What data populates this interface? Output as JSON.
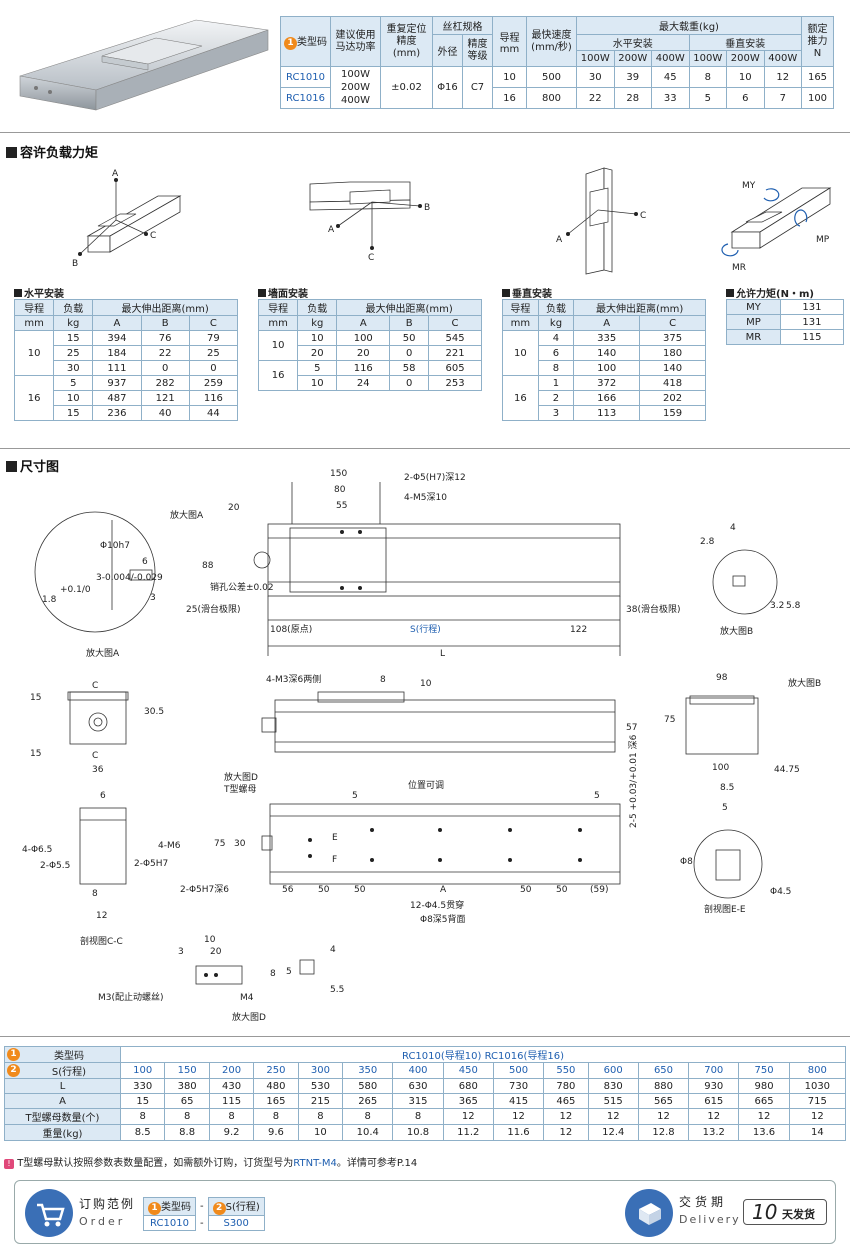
{
  "spec_table": {
    "header": {
      "type_code": "类型码",
      "motor": "建议使用马达功率",
      "repeat": "重复定位精度",
      "repeat_unit": "(mm)",
      "screw": "丝杠规格",
      "outer": "外径",
      "grade": "精度等级",
      "lead": "导程",
      "lead_unit": "mm",
      "speed": "最快速度",
      "speed_unit": "(mm/秒)",
      "max_load": "最大载重(kg)",
      "horizontal": "水平安装",
      "vertical": "垂直安装",
      "thrust": "额定推力",
      "thrust_unit": "N",
      "w100": "100W",
      "w200": "200W",
      "w400": "400W"
    },
    "motor_values": [
      "100W",
      "200W",
      "400W"
    ],
    "repeat_value": "±0.02",
    "outer_value": "Φ16",
    "grade_value": "C7",
    "rows": [
      {
        "code": "RC1010",
        "lead": "10",
        "speed": "500",
        "h": [
          "30",
          "39",
          "45"
        ],
        "v": [
          "8",
          "10",
          "12"
        ],
        "thrust": "165"
      },
      {
        "code": "RC1016",
        "lead": "16",
        "speed": "800",
        "h": [
          "22",
          "28",
          "33"
        ],
        "v": [
          "5",
          "6",
          "7"
        ],
        "thrust": "100"
      }
    ]
  },
  "moment_section": {
    "title": "容许负载力矩",
    "letters": {
      "a": "A",
      "b": "B",
      "c": "C",
      "my": "MY",
      "mp": "MP",
      "mr": "MR"
    },
    "horizontal": {
      "title": "水平安装",
      "headers": [
        "导程",
        "负载",
        "最大伸出距离(mm)"
      ],
      "units": [
        "mm",
        "kg"
      ],
      "cols": [
        "A",
        "B",
        "C"
      ],
      "groups": [
        {
          "lead": "10",
          "rows": [
            [
              "15",
              "394",
              "76",
              "79"
            ],
            [
              "25",
              "184",
              "22",
              "25"
            ],
            [
              "30",
              "111",
              "0",
              "0"
            ]
          ]
        },
        {
          "lead": "16",
          "rows": [
            [
              "5",
              "937",
              "282",
              "259"
            ],
            [
              "10",
              "487",
              "121",
              "116"
            ],
            [
              "15",
              "236",
              "40",
              "44"
            ]
          ]
        }
      ]
    },
    "wall": {
      "title": "墙面安装",
      "headers": [
        "导程",
        "负载",
        "最大伸出距离(mm)"
      ],
      "units": [
        "mm",
        "kg"
      ],
      "cols": [
        "A",
        "B",
        "C"
      ],
      "groups": [
        {
          "lead": "10",
          "rows": [
            [
              "10",
              "100",
              "50",
              "545"
            ],
            [
              "20",
              "20",
              "0",
              "221"
            ]
          ]
        },
        {
          "lead": "16",
          "rows": [
            [
              "5",
              "116",
              "58",
              "605"
            ],
            [
              "10",
              "24",
              "0",
              "253"
            ]
          ]
        }
      ]
    },
    "vertical": {
      "title": "垂直安装",
      "headers": [
        "导程",
        "负载",
        "最大伸出距离(mm)"
      ],
      "units": [
        "mm",
        "kg"
      ],
      "cols": [
        "A",
        "C"
      ],
      "groups": [
        {
          "lead": "10",
          "rows": [
            [
              "4",
              "335",
              "375"
            ],
            [
              "6",
              "140",
              "180"
            ],
            [
              "8",
              "100",
              "140"
            ]
          ]
        },
        {
          "lead": "16",
          "rows": [
            [
              "1",
              "372",
              "418"
            ],
            [
              "2",
              "166",
              "202"
            ],
            [
              "3",
              "113",
              "159"
            ]
          ]
        }
      ]
    },
    "allow": {
      "title": "允许力矩(N・m)",
      "rows": [
        [
          "MY",
          "131"
        ],
        [
          "MP",
          "131"
        ],
        [
          "MR",
          "115"
        ]
      ]
    }
  },
  "dimension_section": {
    "title": "尺寸图",
    "labels": {
      "d150": "150",
      "d80": "80",
      "d55": "55",
      "d20": "20",
      "d88": "88",
      "hole1": "2-Φ5(H7)深12",
      "hole2": "4-M5深10",
      "enlargeA": "放大图A",
      "enlargeB": "放大图B",
      "enlargeD": "放大图D",
      "slideLimitL": "25(滑台极限)",
      "slideLimitR": "38(滑台极限)",
      "origin": "108(原点)",
      "stroke": "S(行程)",
      "d122": "122",
      "L": "L",
      "d28": "2.8",
      "d4": "4",
      "d32": "3.2",
      "d58": "5.8",
      "phi10": "Φ10h7",
      "tol": "3-0.004/-0.029",
      "d6": "6",
      "d3": "3",
      "d18": "1.8",
      "tol2": "+0.1/0",
      "leadTol": "销孔公差±0.02",
      "m3": "4-M3深6两侧",
      "d8": "8",
      "d10": "10",
      "d57": "57",
      "d98": "98",
      "d75": "75",
      "d100": "100",
      "d4475": "44.75",
      "d15a": "15",
      "d305": "30.5",
      "d15b": "15",
      "d36": "36",
      "c": "C",
      "tnut": "T型螺母",
      "adjust": "位置可调",
      "d5a": "5",
      "d5b": "5",
      "d30": "30",
      "d75b": "75",
      "e": "E",
      "f": "F",
      "pin": "2-Φ5H7深6",
      "d56": "56",
      "d50a": "50",
      "d50b": "50",
      "A": "A",
      "d50c": "50",
      "d50d": "50",
      "d59": "(59)",
      "hole3": "12-Φ4.5贯穿",
      "hole4": "Φ8深5背面",
      "pinR": "2-5 +0.03/+0.01 深6",
      "d6b": "6",
      "phi65": "4-Φ6.5",
      "phi55": "2-Φ5.5",
      "phi5h7": "2-Φ5H7",
      "m6": "4-M6",
      "d8b": "8",
      "d12": "12",
      "secCC": "剖视图C-C",
      "d85": "8.5",
      "d5c": "5",
      "phi8": "Φ8",
      "phi45": "Φ4.5",
      "secEE": "剖视图E-E",
      "dd3": "3",
      "dd10": "10",
      "dd20": "20",
      "dd4": "4",
      "dd8": "8",
      "dd5": "5",
      "dd55": "5.5",
      "m3stop": "M3(配止动螺丝)",
      "m4": "M4"
    }
  },
  "size_table": {
    "type_label": "类型码",
    "type_value": "RC1010(导程10)   RC1016(导程16)",
    "s_label": "S(行程)",
    "l_label": "L",
    "a_label": "A",
    "t_label": "T型螺母数量(个)",
    "w_label": "重量(kg)",
    "S": [
      "100",
      "150",
      "200",
      "250",
      "300",
      "350",
      "400",
      "450",
      "500",
      "550",
      "600",
      "650",
      "700",
      "750",
      "800"
    ],
    "L": [
      "330",
      "380",
      "430",
      "480",
      "530",
      "580",
      "630",
      "680",
      "730",
      "780",
      "830",
      "880",
      "930",
      "980",
      "1030"
    ],
    "A": [
      "15",
      "65",
      "115",
      "165",
      "215",
      "265",
      "315",
      "365",
      "415",
      "465",
      "515",
      "565",
      "615",
      "665",
      "715"
    ],
    "T": [
      "8",
      "8",
      "8",
      "8",
      "8",
      "8",
      "8",
      "12",
      "12",
      "12",
      "12",
      "12",
      "12",
      "12",
      "12"
    ],
    "W": [
      "8.5",
      "8.8",
      "9.2",
      "9.6",
      "10",
      "10.4",
      "10.8",
      "11.2",
      "11.6",
      "12",
      "12.4",
      "12.8",
      "13.2",
      "13.6",
      "14"
    ]
  },
  "note": {
    "prefix": "T型螺母默认按照参数表数量配置，如需额外订购，订货型号为",
    "code": "RTNT-M4",
    "suffix": "。详情可参考P.14"
  },
  "footer": {
    "order_cn": "订购范例",
    "order_en": "Order",
    "col1": "类型码",
    "col2": "S(行程)",
    "val1": "RC1010",
    "val2": "S300",
    "dash": "-",
    "delivery_cn": "交货期",
    "delivery_en": "Delivery",
    "days": "10",
    "days_unit": "天发货"
  },
  "badges": {
    "one": "1",
    "two": "2"
  },
  "colors": {
    "accent_orange": "#f08a1c",
    "table_header": "#dce9f4",
    "table_border": "#8fb0c8",
    "code_blue": "#1f5fb0"
  }
}
